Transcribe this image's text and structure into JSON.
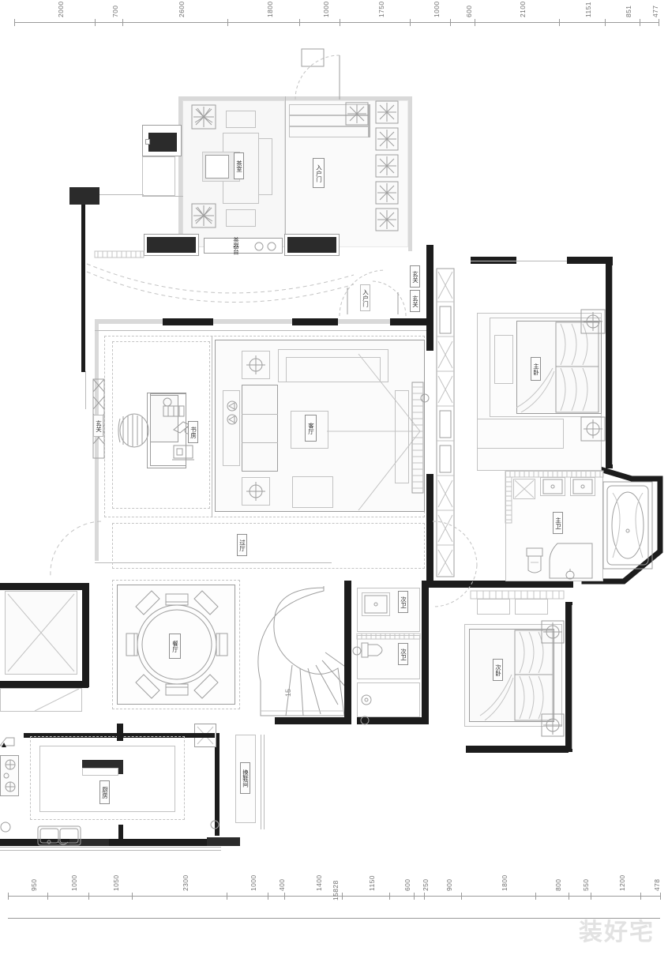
{
  "document": {
    "type": "architectural-floor-plan",
    "watermark": "装好宅",
    "units": "mm"
  },
  "dimensions": {
    "top_ruler": {
      "label": "top-dimension-chain",
      "values": [
        "2000",
        "700",
        "2600",
        "1800",
        "1000",
        "1750",
        "1000",
        "600",
        "2100",
        "1151",
        "851",
        "477"
      ]
    },
    "bottom_ruler": {
      "label": "bottom-dimension-chain",
      "values": [
        "950",
        "1000",
        "1050",
        "2300",
        "1000",
        "400",
        "1400",
        "1150",
        "600",
        "250",
        "900",
        "1800",
        "800",
        "550",
        "1200",
        "478"
      ],
      "total": "15828"
    }
  },
  "rooms": [
    {
      "id": "tea-room",
      "label": "茶室"
    },
    {
      "id": "entry-door-1",
      "label": "入户门"
    },
    {
      "id": "entry-door-2",
      "label": "入户门"
    },
    {
      "id": "tea-counter",
      "label": "茶器台"
    },
    {
      "id": "foyer",
      "label": "玄关"
    },
    {
      "id": "study",
      "label": "书房"
    },
    {
      "id": "living-room",
      "label": "客厅"
    },
    {
      "id": "master-bedroom",
      "label": "主卧"
    },
    {
      "id": "passage-hall",
      "label": "过厅"
    },
    {
      "id": "master-bathroom",
      "label": "主卫"
    },
    {
      "id": "dining-room",
      "label": "餐厅"
    },
    {
      "id": "guest-bath-a",
      "label": "次卫"
    },
    {
      "id": "guest-bath-b",
      "label": "次卫"
    },
    {
      "id": "second-bedroom",
      "label": "次卧"
    },
    {
      "id": "shoe-room",
      "label": "换鞋间"
    },
    {
      "id": "kitchen",
      "label": "厨房"
    },
    {
      "id": "stair-step",
      "label": "15"
    }
  ],
  "colors": {
    "wall_solid": "#1c1c1c",
    "wall_light": "#d9d9d9",
    "line": "#9e9e9e",
    "hairline": "#c3c3c3",
    "dimension_text": "#6e6e6e",
    "watermark": "#e2e2e2",
    "background": "#ffffff"
  }
}
